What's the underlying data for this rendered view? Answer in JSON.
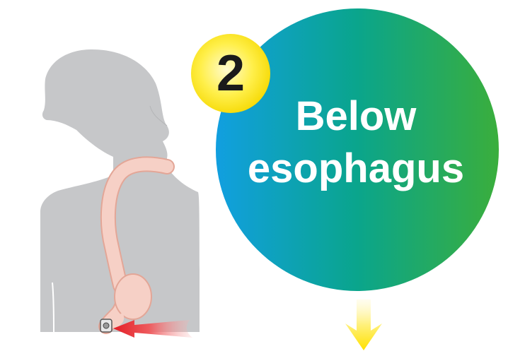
{
  "step": {
    "number": "2"
  },
  "label": {
    "line1": "Below",
    "line2": "esophagus"
  },
  "colors": {
    "circle_gradient_start": "#119fe0",
    "circle_gradient_mid": "#0aa58c",
    "circle_gradient_end": "#3aae3c",
    "badge_yellow": "#ffed00",
    "silhouette": "#c6c7c9",
    "esophagus": "#f5cdc2",
    "arrow_red": "#e7262b",
    "arrow_down": "#ffe600"
  }
}
